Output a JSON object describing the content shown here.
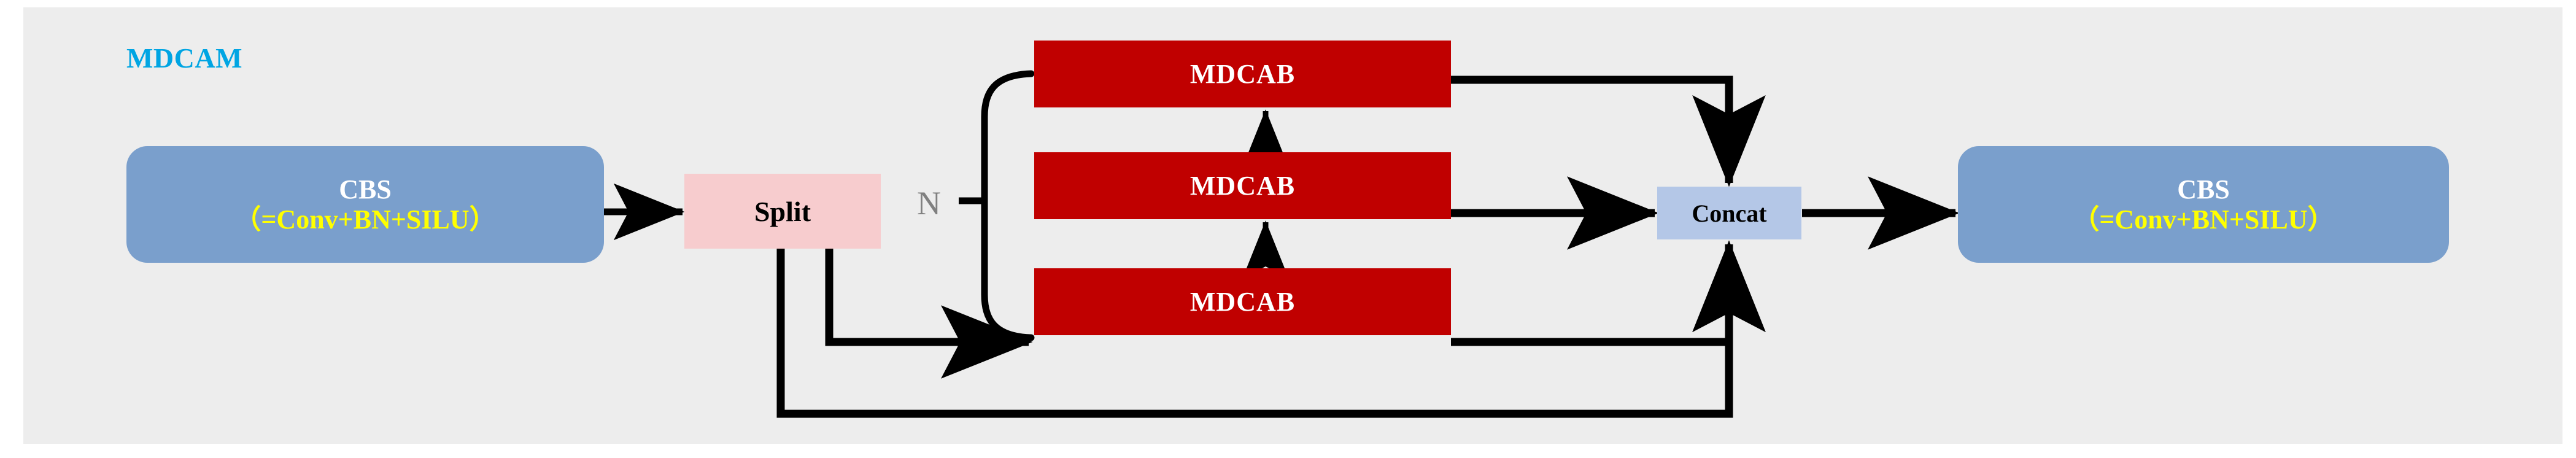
{
  "diagram": {
    "title": "MDCAM",
    "title_color": "#00a5e3",
    "panel_bg": "#ededed",
    "repeat_label": "N",
    "repeat_label_color": "#808080",
    "blocks": {
      "cbs_left": {
        "line1": "CBS",
        "line2": "（=Conv+BN+SILU）",
        "fill": "#7a9fcc",
        "line1_color": "#ffffff",
        "line2_color": "#ffff00"
      },
      "split": {
        "label": "Split",
        "fill": "#f7ccce",
        "text_color": "#000000"
      },
      "mdcab_top": {
        "label": "MDCAB",
        "fill": "#c00000",
        "text_color": "#ffffff"
      },
      "mdcab_middle": {
        "label": "MDCAB",
        "fill": "#c00000",
        "text_color": "#ffffff"
      },
      "mdcab_bottom": {
        "label": "MDCAB",
        "fill": "#c00000",
        "text_color": "#ffffff"
      },
      "concat": {
        "label": "Concat",
        "fill": "#b4c7e7",
        "text_color": "#000000"
      },
      "cbs_right": {
        "line1": "CBS",
        "line2": "（=Conv+BN+SILU）",
        "fill": "#7a9fcc",
        "line1_color": "#ffffff",
        "line2_color": "#ffff00"
      }
    },
    "connections": [
      "cbs_left -> split",
      "split -> mdcab_bottom",
      "split -> concat (skip, bottom route)",
      "mdcab_bottom -> mdcab_middle",
      "mdcab_middle -> mdcab_top",
      "mdcab_top -> concat (top)",
      "mdcab_middle -> concat (left)",
      "mdcab_bottom -> concat (bottom)",
      "concat -> cbs_right"
    ],
    "wire_color": "#000000"
  }
}
